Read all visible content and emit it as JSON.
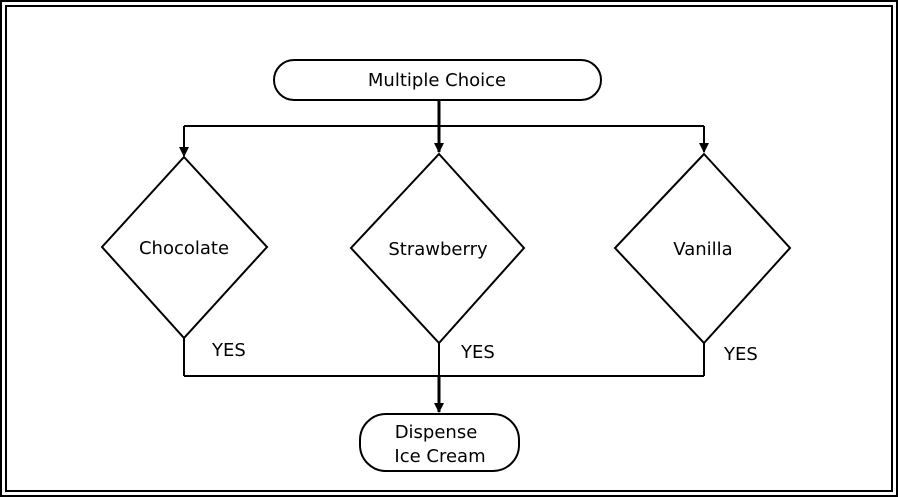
{
  "diagram": {
    "start_label": "Multiple Choice",
    "decisions": [
      {
        "label": "Chocolate",
        "branch_label": "YES"
      },
      {
        "label": "Strawberry",
        "branch_label": "YES"
      },
      {
        "label": "Vanilla",
        "branch_label": "YES"
      }
    ],
    "end_label_lines": [
      "Dispense",
      "Ice Cream"
    ]
  },
  "colors": {
    "stroke": "#000000",
    "background": "#ffffff"
  }
}
